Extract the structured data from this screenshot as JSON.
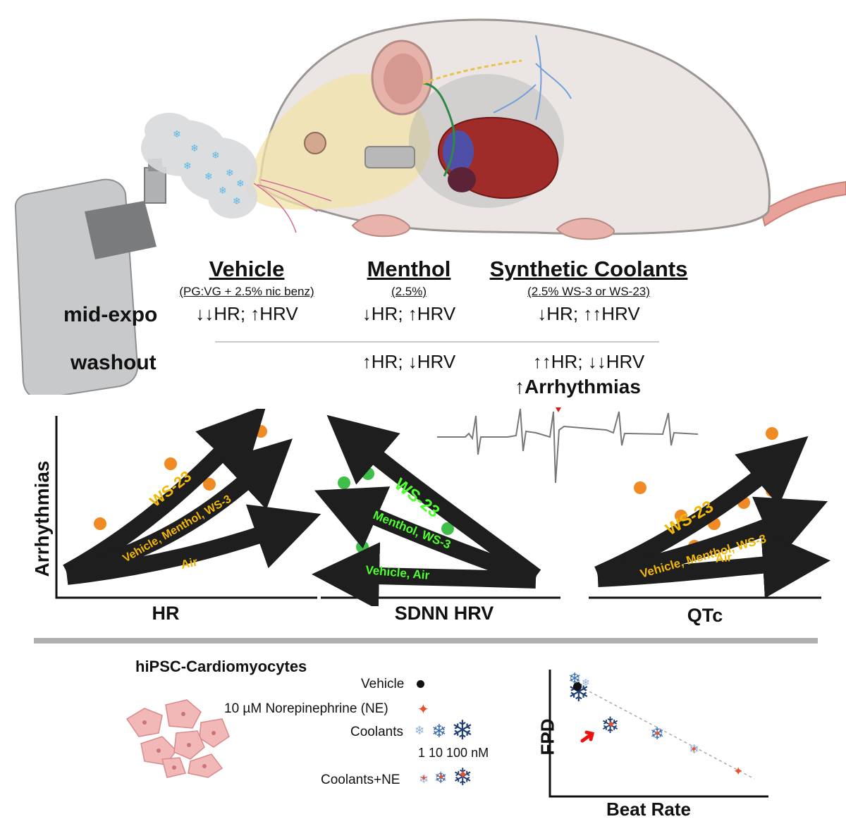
{
  "columns": [
    {
      "title": "Vehicle",
      "subtitle": "(PG:VG + 2.5% nic benz)",
      "mid_expo": "↓↓HR; ↑HRV",
      "washout": ""
    },
    {
      "title": "Menthol",
      "subtitle": "(2.5%)",
      "mid_expo": "↓HR; ↑HRV",
      "washout": "↑HR; ↓HRV"
    },
    {
      "title": "Synthetic Coolants",
      "subtitle": "(2.5% WS-3 or WS-23)",
      "mid_expo": "↓HR; ↑↑HRV",
      "washout": "↑↑HR; ↓↓HRV"
    }
  ],
  "rows": {
    "mid_expo": "mid-expo",
    "washout": "washout"
  },
  "arrhythmias_note": "↑Arrhythmias",
  "plots": {
    "y_axis_label": "Arrhythmias",
    "hr": {
      "x_label": "HR",
      "arrow_labels": [
        "WS-23",
        "Vehicle, Menthol, WS-3",
        "Air"
      ]
    },
    "hrv": {
      "x_label": "SDNN HRV",
      "arrow_labels": [
        "WS-23",
        "Menthol, WS-3",
        "Vehicle, Air"
      ]
    },
    "qtc": {
      "x_label": "QTc",
      "arrow_labels": [
        "WS-23",
        "Vehicle, Menthol, WS-3",
        "Air"
      ]
    }
  },
  "bottom": {
    "title": "hiPSC-Cardiomyocytes",
    "legend_vehicle": "Vehicle",
    "legend_ne": "10 µM Norepinephrine (NE)",
    "legend_coolants": "Coolants",
    "legend_doses": "1  10 100 nM",
    "legend_coolants_ne": "Coolants+NE",
    "fpd_y_label": "FPD",
    "fpd_x_label": "Beat Rate"
  },
  "colors": {
    "orange": "#f08a24",
    "green": "#3fbf4a",
    "arrow_black": "#1e1e1e",
    "label_yellow": "#f2b705",
    "label_green": "#4dff2e",
    "snow_blue": "#1f3f78",
    "ne_red": "#e8502c",
    "divider": "#b0b0b0"
  }
}
